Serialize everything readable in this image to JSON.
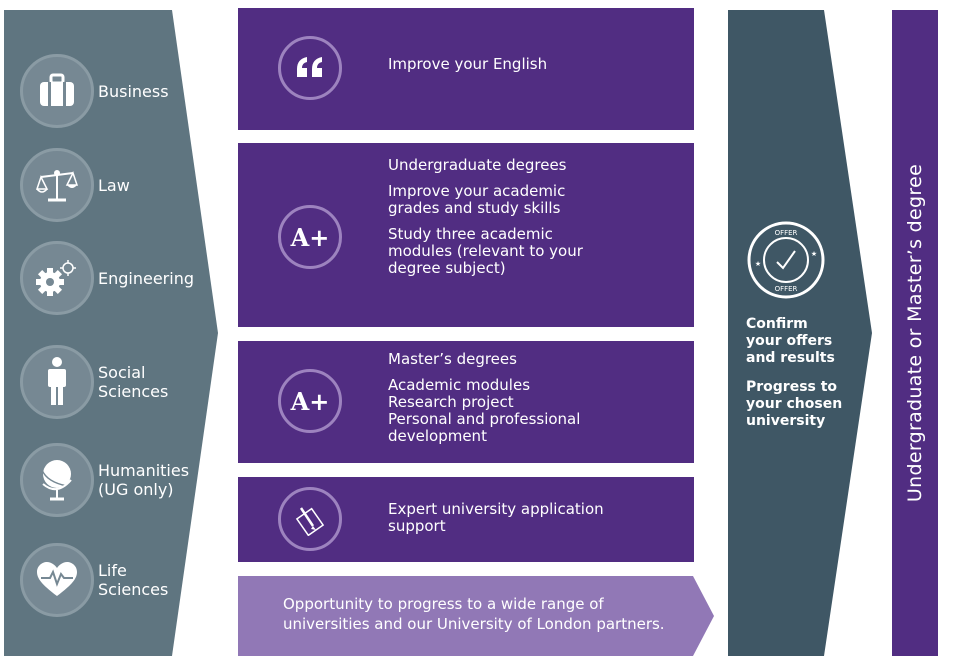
{
  "subjects": [
    {
      "label": "Business",
      "icon": "briefcase-icon"
    },
    {
      "label": "Law",
      "icon": "scales-icon"
    },
    {
      "label": "Engineering",
      "icon": "gears-icon"
    },
    {
      "label": "Social\nSciences",
      "icon": "person-icon"
    },
    {
      "label": "Humanities\n(UG only)",
      "icon": "globe-icon"
    },
    {
      "label": "Life\nSciences",
      "icon": "heartbeat-icon"
    }
  ],
  "boxes": {
    "english": {
      "text": "Improve your English",
      "icon": "quote-icon"
    },
    "undergrad": {
      "title": "Undergraduate degrees",
      "item1": "Improve your academic\ngrades and study skills",
      "item2": "Study three academic\nmodules (relevant to your\ndegree subject)",
      "icon_text": "A+"
    },
    "masters": {
      "title": "Master’s degrees",
      "item1": "Academic modules",
      "item2": "Research project",
      "item3": "Personal and professional\ndevelopment",
      "icon_text": "A+"
    },
    "support": {
      "text": "Expert university application\nsupport",
      "icon": "pen-paper-icon"
    }
  },
  "opportunity": {
    "text": "Opportunity to progress to a wide range of\nuniversities and our University of London partners."
  },
  "offer": {
    "badge_top": "OFFER",
    "badge_bottom": "OFFER",
    "confirm": "Confirm\nyour offers\nand results",
    "progress": "Progress to\nyour chosen\nuniversity"
  },
  "destination": {
    "text": "Undergraduate or Master’s degree"
  },
  "colors": {
    "slate": "#5f7580",
    "dark_slate": "#3f5765",
    "purple": "#512d82",
    "light_purple": "#9178b6"
  }
}
